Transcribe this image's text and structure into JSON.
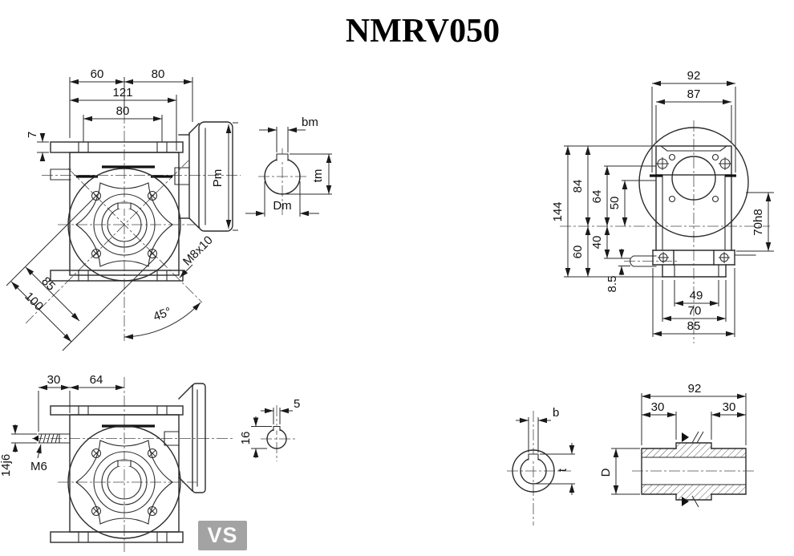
{
  "title": "NMRV050",
  "badge": {
    "label": "VS"
  },
  "colors": {
    "line": "#2b2b2b",
    "badge_bg": "#a3a3a3",
    "badge_text": "#fafafa"
  },
  "front_view": {
    "dim_60": "60",
    "dim_80_top": "80",
    "dim_121": "121",
    "dim_80_bolts": "80",
    "dim_7": "7",
    "dim_pm": "Pm",
    "dim_85_diag": "85",
    "dim_100_diag": "100",
    "dim_m8x10": "M8x10",
    "dim_45deg": "45°"
  },
  "input_shaft_detail": {
    "dim_bm": "bm",
    "dim_tm": "tm",
    "dim_dm": "Dm"
  },
  "side_view": {
    "dim_92": "92",
    "dim_87": "87",
    "dim_144": "144",
    "dim_84": "84",
    "dim_64": "64",
    "dim_50": "50",
    "dim_40": "40",
    "dim_60": "60",
    "dim_8_5": "8.5",
    "dim_70h8": "70h8",
    "dim_49": "49",
    "dim_70": "70",
    "dim_85": "85"
  },
  "bottom_view": {
    "dim_30": "30",
    "dim_64": "64",
    "dim_14j6": "14j6",
    "label_m6": "M6"
  },
  "key_section_detail": {
    "dim_5": "5",
    "dim_16": "16"
  },
  "output_bore_detail": {
    "dim_b": "b",
    "dim_t": "t"
  },
  "hollow_shaft_detail": {
    "dim_92": "92",
    "dim_30_left": "30",
    "dim_30_right": "30",
    "dim_d": "D"
  }
}
